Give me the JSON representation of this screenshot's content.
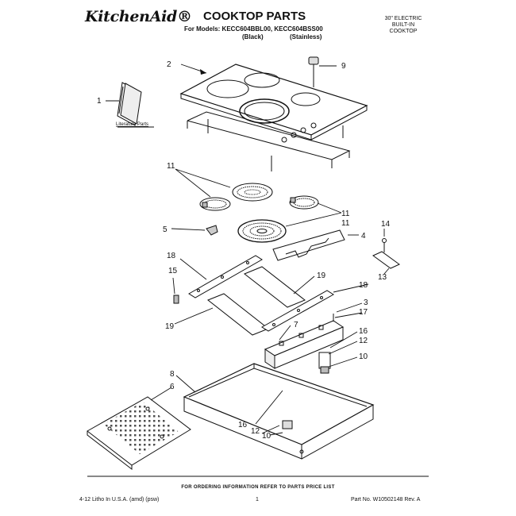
{
  "header": {
    "brand": "KitchenAid®",
    "title": "COOKTOP PARTS",
    "models": "For Models: KECC604BBL00, KECC604BSS00",
    "finish_black": "(Black)",
    "finish_stainless": "(Stainless)",
    "product_lines": [
      "30\" ELECTRIC",
      "BUILT-IN",
      "COOKTOP"
    ]
  },
  "literature_label": "Literature Parts",
  "callouts": {
    "c1": "1",
    "c2": "2",
    "c9": "9",
    "c11a": "11",
    "c11b": "11",
    "c11c": "11",
    "c5": "5",
    "c4": "4",
    "c14": "14",
    "c18a": "18",
    "c18b": "18",
    "c15": "15",
    "c19a": "19",
    "c19b": "19",
    "c13": "13",
    "c3": "3",
    "c17": "17",
    "c7": "7",
    "c16a": "16",
    "c12a": "12",
    "c10a": "10",
    "c8": "8",
    "c6": "6",
    "c16b": "16",
    "c12b": "12",
    "c10b": "10"
  },
  "footer": {
    "order_info": "FOR ORDERING INFORMATION REFER TO PARTS PRICE LIST",
    "litho": "4-12 Litho In U.S.A. (amd) (psw)",
    "page": "1",
    "part_no": "Part No. W10502148 Rev. A"
  }
}
